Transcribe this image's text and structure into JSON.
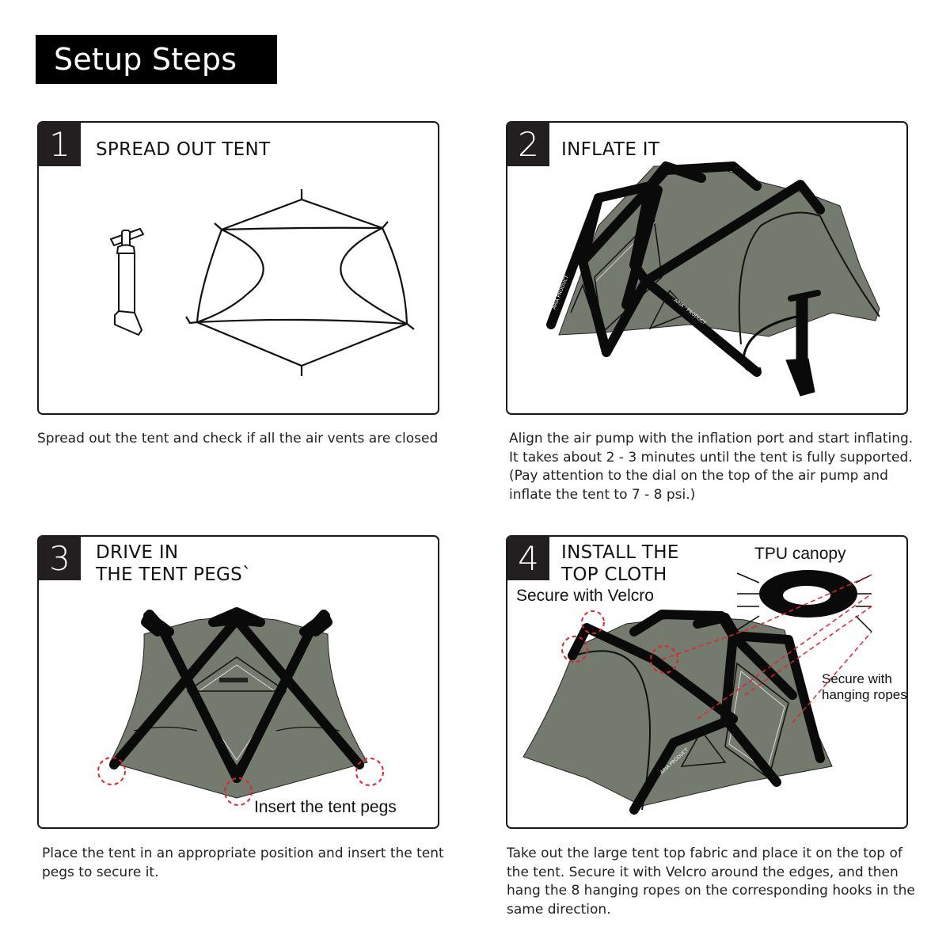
{
  "header": {
    "title": "Setup Steps"
  },
  "colors": {
    "tent_fabric": "#747a6e",
    "frame": "#0a0a0a",
    "highlight": "#e0262a",
    "panel_border": "#1a1a1a"
  },
  "steps": [
    {
      "number": "1",
      "title": "SPREAD OUT TENT",
      "illustration": "flat tent outline with hand air pump",
      "annotations": [],
      "caption": "Spread out the tent and check if all the air vents are closed"
    },
    {
      "number": "2",
      "title": "INFLATE IT",
      "illustration": "inflated tent with air pump attached",
      "annotations": [],
      "caption": "Align the air pump with the inflation port and start inflating. It takes about 2 - 3 minutes until the tent is fully supported. (Pay attention to the dial on the top of the air pump and inflate the tent to 7 - 8 psi.)"
    },
    {
      "number": "3",
      "title_line1": "DRIVE IN",
      "title_line2": "THE TENT PEGS`",
      "illustration": "tent from front with peg locations circled",
      "annotations": [
        "Insert the tent pegs"
      ],
      "caption": "Place the tent in an appropriate position and insert the tent pegs to secure it."
    },
    {
      "number": "4",
      "title_line1": "INSTALL THE",
      "title_line2": "TOP CLOTH",
      "illustration": "TPU canopy placed on top of tent",
      "annotations": [
        "TPU canopy",
        "Secure with Velcro",
        "Secure with hanging ropes"
      ],
      "caption": "Take out the large tent top fabric and place it on the top of the tent. Secure it with Velcro around the edges, and then hang the 8 hanging ropes on the corresponding hooks in the same direction."
    }
  ]
}
